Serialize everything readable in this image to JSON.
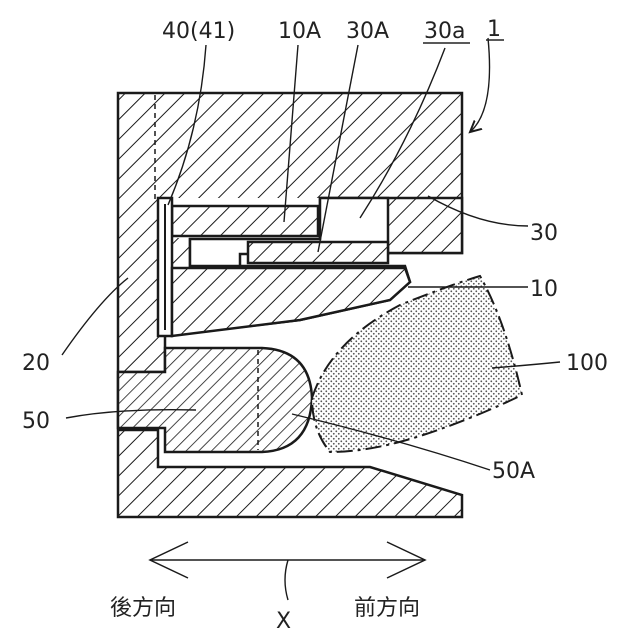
{
  "figure": {
    "ref_main": "1",
    "labels": {
      "l40": "40(41)",
      "l10A": "10A",
      "l30A": "30A",
      "l30a": "30a",
      "l30": "30",
      "l10": "10",
      "l100": "100",
      "l20": "20",
      "l50": "50",
      "l50A": "50A"
    },
    "axis": {
      "letter": "X",
      "rear": "後方向",
      "front": "前方向"
    }
  },
  "colors": {
    "ink": "#1a1a1a",
    "background": "#ffffff",
    "stipple": "#555555"
  }
}
